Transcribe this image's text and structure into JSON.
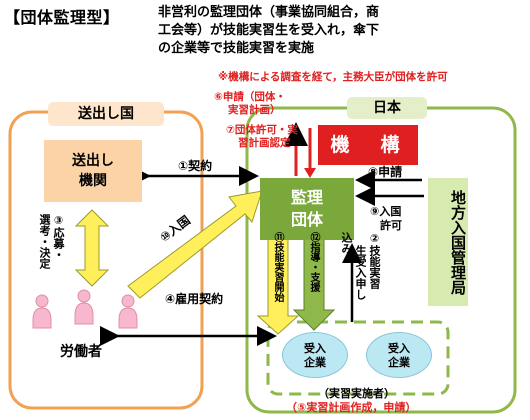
{
  "header": {
    "title": "【団体監理型】",
    "description_line1": "非営利の監理団体（事業協同組合，商",
    "description_line2": "工会等）が技能実習生を受入れ，傘下",
    "description_line3": "の企業等で技能実習を実施"
  },
  "note_permission": "※機構による調査を経て，主務大臣が団体を許可",
  "step6": {
    "line1": "⑥申請（団体・",
    "line2": "実習計画）"
  },
  "step7": {
    "line1": "⑦団体許可・実",
    "line2": "習計画認定"
  },
  "sending_country_label": "送出し国",
  "japan_label": "日本",
  "sending_org": {
    "line1": "送出し",
    "line2": "機関"
  },
  "kikou_label": "機　構",
  "supervising_org": {
    "line1": "監理",
    "line2": "団体"
  },
  "immigration": "地方入国管理局",
  "step1": "①契約",
  "step8": "⑧申請",
  "step9": {
    "line1": "⑨入国",
    "line2": "許可"
  },
  "step3": {
    "col1": "③応募・",
    "col2": "選考・決定"
  },
  "step10": "⑩入国",
  "step11": "⑪技能実習開始",
  "step12": "⑫指導・支援",
  "step2": {
    "col1": "②技能実習",
    "col2": "生受入申し",
    "col3": "込み"
  },
  "step4": "④雇用契約",
  "workers_label": "労働者",
  "host_company_1": {
    "line1": "受入",
    "line2": "企業"
  },
  "host_company_2": {
    "line1": "受入",
    "line2": "企業"
  },
  "training_impl": "（実習実施者）",
  "step5": "（⑤実習計画作成，申請）",
  "colors": {
    "accent_red": "#e02020",
    "orange_border": "#f2a052",
    "green_border": "#8fb84a",
    "supervising_green": "#7aa83a",
    "arrow_yellow": "#ffef5a"
  }
}
